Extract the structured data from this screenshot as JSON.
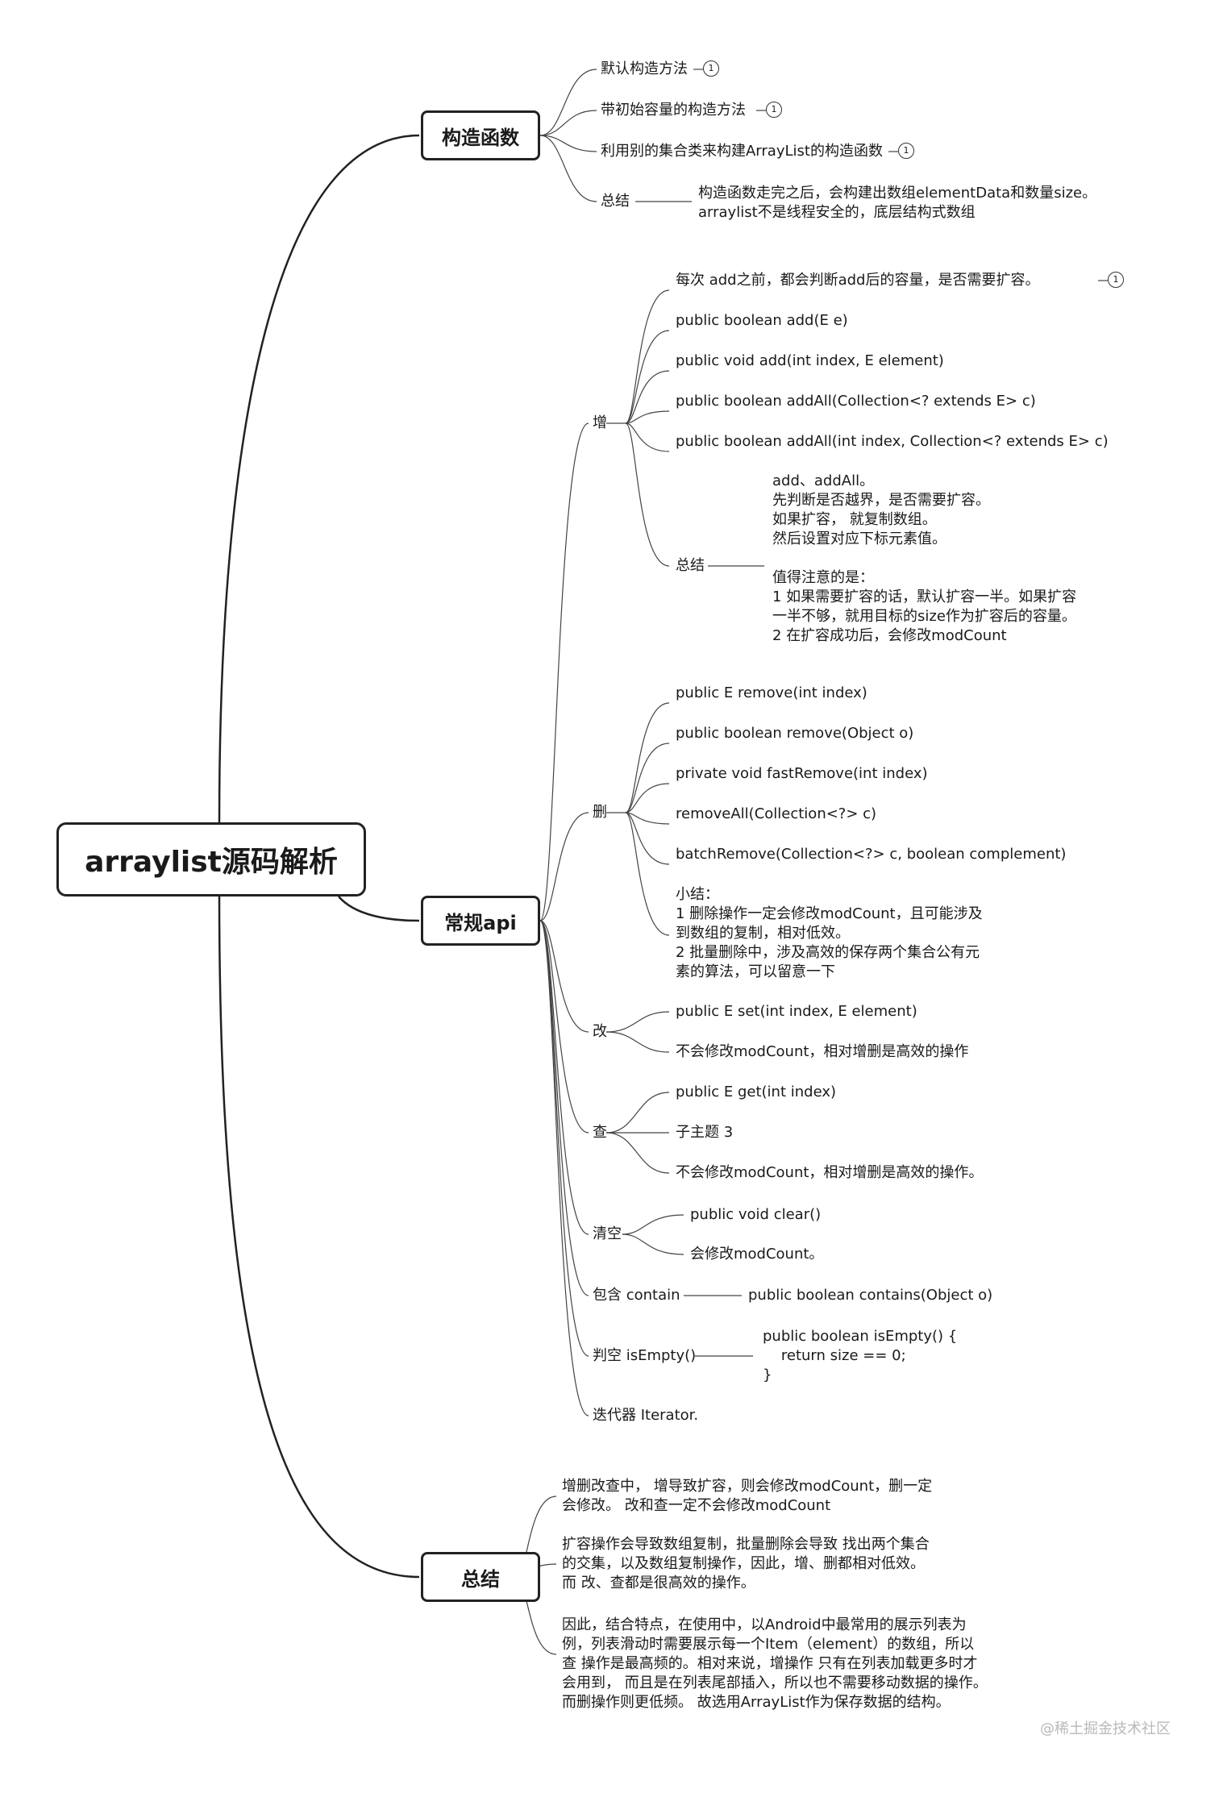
{
  "root": "arraylist源码解析",
  "constructor": {
    "title": "构造函数",
    "items": [
      "默认构造方法",
      "带初始容量的构造方法",
      "利用别的集合类来构建ArrayList的构造函数"
    ],
    "summary_label": "总结",
    "summary": "构造函数走完之后，会构建出数组elementData和数量size。\narraylist不是线程安全的，底层结构式数组",
    "badge": "1"
  },
  "api": {
    "title": "常规api",
    "add": {
      "label": "增",
      "items": [
        "每次 add之前，都会判断add后的容量，是否需要扩容。",
        "public boolean add(E e)",
        "public void add(int index, E element)",
        "public boolean addAll(Collection<? extends E> c)",
        "public boolean addAll(int index, Collection<? extends E> c)"
      ],
      "summary_label": "总结",
      "summary": "add、addAll。\n先判断是否越界，是否需要扩容。\n如果扩容， 就复制数组。\n然后设置对应下标元素值。\n\n值得注意的是：\n1 如果需要扩容的话，默认扩容一半。如果扩容\n一半不够，就用目标的size作为扩容后的容量。\n2 在扩容成功后，会修改modCount"
    },
    "delete": {
      "label": "删",
      "items": [
        "public E remove(int index)",
        "public boolean remove(Object o)",
        "private void fastRemove(int index)",
        "removeAll(Collection<?> c)",
        "batchRemove(Collection<?> c, boolean complement)"
      ],
      "note": "小结：\n1 删除操作一定会修改modCount，且可能涉及\n到数组的复制，相对低效。\n2 批量删除中，涉及高效的保存两个集合公有元\n素的算法，可以留意一下"
    },
    "modify": {
      "label": "改",
      "items": [
        "public E set(int index, E element)",
        "不会修改modCount，相对增删是高效的操作"
      ]
    },
    "query": {
      "label": "查",
      "items": [
        "public E get(int index)",
        "子主题 3",
        "不会修改modCount，相对增删是高效的操作。"
      ]
    },
    "clear": {
      "label": "清空",
      "items": [
        "public void clear()",
        "会修改modCount。"
      ]
    },
    "contain": {
      "label": "包含 contain",
      "item": "public boolean contains(Object o)"
    },
    "isempty": {
      "label": "判空 isEmpty()",
      "item": "public boolean isEmpty() {\n    return size == 0;\n}"
    },
    "iterator": {
      "label": "迭代器 Iterator."
    }
  },
  "summary": {
    "title": "总结",
    "paragraphs": [
      "增删改查中， 增导致扩容，则会修改modCount，删一定\n会修改。 改和查一定不会修改modCount",
      "扩容操作会导致数组复制，批量删除会导致 找出两个集合\n的交集，以及数组复制操作，因此，增、删都相对低效。\n而 改、查都是很高效的操作。",
      "因此，结合特点，在使用中，以Android中最常用的展示列表为\n例，列表滑动时需要展示每一个Item（element）的数组，所以\n查 操作是最高频的。相对来说，增操作 只有在列表加载更多时才\n会用到， 而且是在列表尾部插入，所以也不需要移动数据的操作。\n而删操作则更低频。 故选用ArrayList作为保存数据的结构。"
    ]
  },
  "watermark": "@稀土掘金技术社区"
}
